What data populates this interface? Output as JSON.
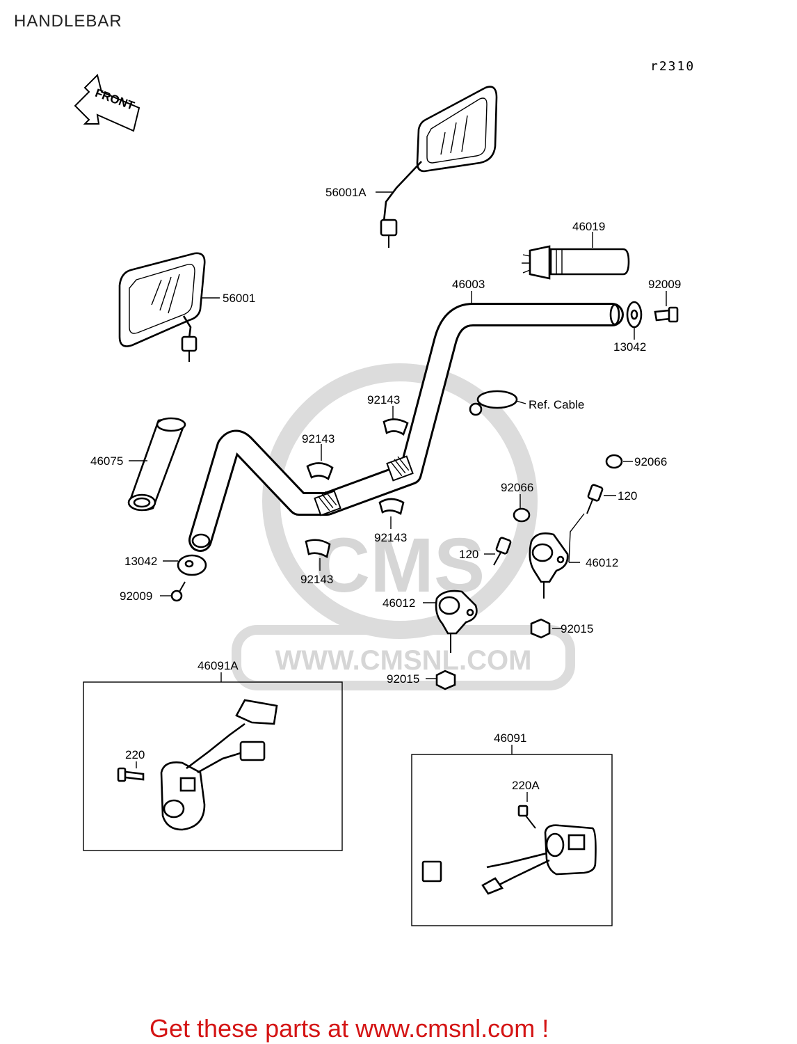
{
  "title": "HANDLEBAR",
  "ref_code": "r2310",
  "front_label": "FRONT",
  "watermark": {
    "brand": "CMS",
    "url": "WWW.CMSNL.COM"
  },
  "callouts": {
    "mirror_right": "56001A",
    "mirror_left": "56001",
    "grip_right": "46019",
    "handlebar": "46003",
    "bolt_right_end": "92009",
    "weight_right_end": "13042",
    "ref_cable": "Ref. Cable",
    "clamp_upper": "92143",
    "clamp_mid_left": "92143",
    "clamp_lower_left": "92143",
    "clamp_lower_right": "92143",
    "grip_left": "46075",
    "cap_right": "92066",
    "cap_mid": "92066",
    "bolt_right_holder": "120",
    "bolt_left_holder": "120",
    "holder_right": "46012",
    "holder_left": "46012",
    "weight_left_end": "13042",
    "bolt_left_end": "92009",
    "nut_right": "92015",
    "nut_left": "92015",
    "switch_left": "46091A",
    "screw_left_switch": "220",
    "switch_right": "46091",
    "screw_right_switch": "220A"
  },
  "footer": "Get these parts at www.cmsnl.com !"
}
